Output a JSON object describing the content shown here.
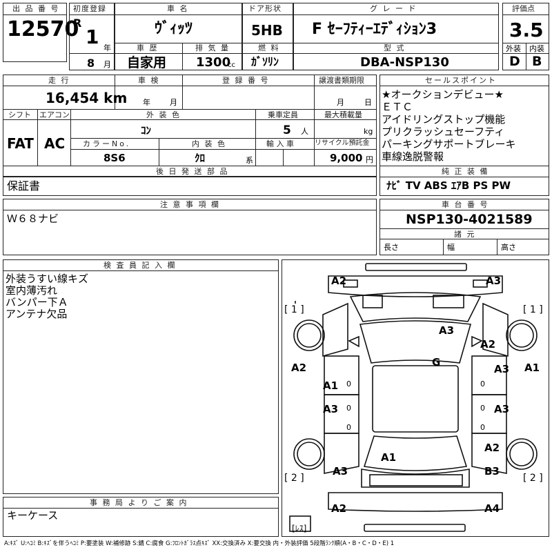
{
  "header": {
    "lot_label": "出 品 番 号",
    "lot_no": "12570",
    "first_reg_label": "初度登録",
    "era": "R",
    "year": "1",
    "year_unit": "年",
    "month": "8",
    "month_unit": "月",
    "car_name_label": "車 名",
    "car_name": "ｳﾞｨｯﾂ",
    "door_label": "ドア形状",
    "door": "5HB",
    "grade_label": "グ レ ー ド",
    "grade": "F ｾｰﾌﾃｨｰｴﾃﾞｨｼｮﾝ3",
    "score_label": "評価点",
    "score": "3.5",
    "history_label": "車 歴",
    "history": "自家用",
    "displacement_label": "排 気 量",
    "displacement": "1300",
    "displacement_unit": "cc",
    "fuel_label": "燃 料",
    "fuel": "ｶﾞｿﾘﾝ",
    "model_label": "型 式",
    "model": "DBA-NSP130",
    "exterior_label": "外装",
    "exterior": "D",
    "interior_label": "内装",
    "interior": "B"
  },
  "row2": {
    "mileage_label": "走 行",
    "mileage": "16,454 km",
    "inspection_label": "車 検",
    "insp_year": "年",
    "insp_month": "月",
    "plate_label": "登 録 番 号",
    "transfer_label": "譲渡書類期限",
    "transfer_month": "月",
    "transfer_day": "日",
    "shift_label": "シフト",
    "shift": "FAT",
    "ac_label": "エアコン",
    "ac": "AC",
    "ext_color_label": "外 装 色",
    "ext_color": "ｺﾝ",
    "seats_label": "乗車定員",
    "seats": "5",
    "seats_unit": "人",
    "max_load_label": "最大積載量",
    "max_load_unit": "kg",
    "color_no_label": "カラーNo.",
    "color_no": "8S6",
    "int_color_label": "内 装 色",
    "int_color": "ｸﾛ",
    "int_color_unit": "系",
    "import_label": "輸 入 車",
    "recycle_label": "リサイクル預託金",
    "recycle": "9,000",
    "recycle_unit": "円"
  },
  "sales_points": {
    "label": "セールスポイント",
    "items": [
      "★オークションデビュー★",
      "ＥＴＣ",
      "アイドリングストップ機能",
      "プリクラッシュセーフティ",
      "パーキングサポートブレーキ",
      "車線逸脱警報"
    ]
  },
  "later_parts": {
    "label": "後 日 発 送 部 品",
    "value": "保証書"
  },
  "equipment": {
    "label": "純 正 装 備",
    "value": "ﾅﾋﾞ TV ABS ｴｱB PS PW"
  },
  "notes": {
    "label": "注 意 事 項 欄",
    "value": "Ｗ６８ナビ"
  },
  "chassis": {
    "label": "車 台 番 号",
    "value": "NSP130-4021589",
    "spec_label": "諸 元",
    "length": "長さ",
    "width": "幅",
    "height": "高さ"
  },
  "inspector": {
    "label": "検 査 員 記 入 欄",
    "lines": [
      "外装うすい線キズ",
      "室内薄汚れ",
      "バンパー下Ａ",
      "アンテナ欠品"
    ]
  },
  "office": {
    "label": "事 務 局 よ り ご 案 内",
    "value": "キーケース"
  },
  "diagram": {
    "marks": [
      "A2",
      "A3",
      "A2",
      "A3",
      "A2",
      "A1",
      "G",
      "A1",
      "A3",
      "A3",
      "A3",
      "A1",
      "A2",
      "A3",
      "B3",
      "A2",
      "A4"
    ],
    "wheel_tags": [
      "[ 1 ]",
      "[ 1 ]",
      "[ 2 ]",
      "[ 2 ]"
    ],
    "small_zeros": [
      "0",
      "0",
      "0",
      "0",
      "0",
      "0"
    ],
    "les": "[ﾚｽ]"
  },
  "legend": "A:ｷｽﾞ U:ﾍｺﾐ B:ｷｽﾞを伴うﾍｺﾐ P:要塗装 W:補修跡 S:錆 C:腐食 G:ﾌﾛﾝﾄｶﾞﾗｽ点ｷｽﾞ XX:交換済み X:要交換 内・外装評価 5段階ﾗﾝｸ順(A・B・C・D・E) 1"
}
